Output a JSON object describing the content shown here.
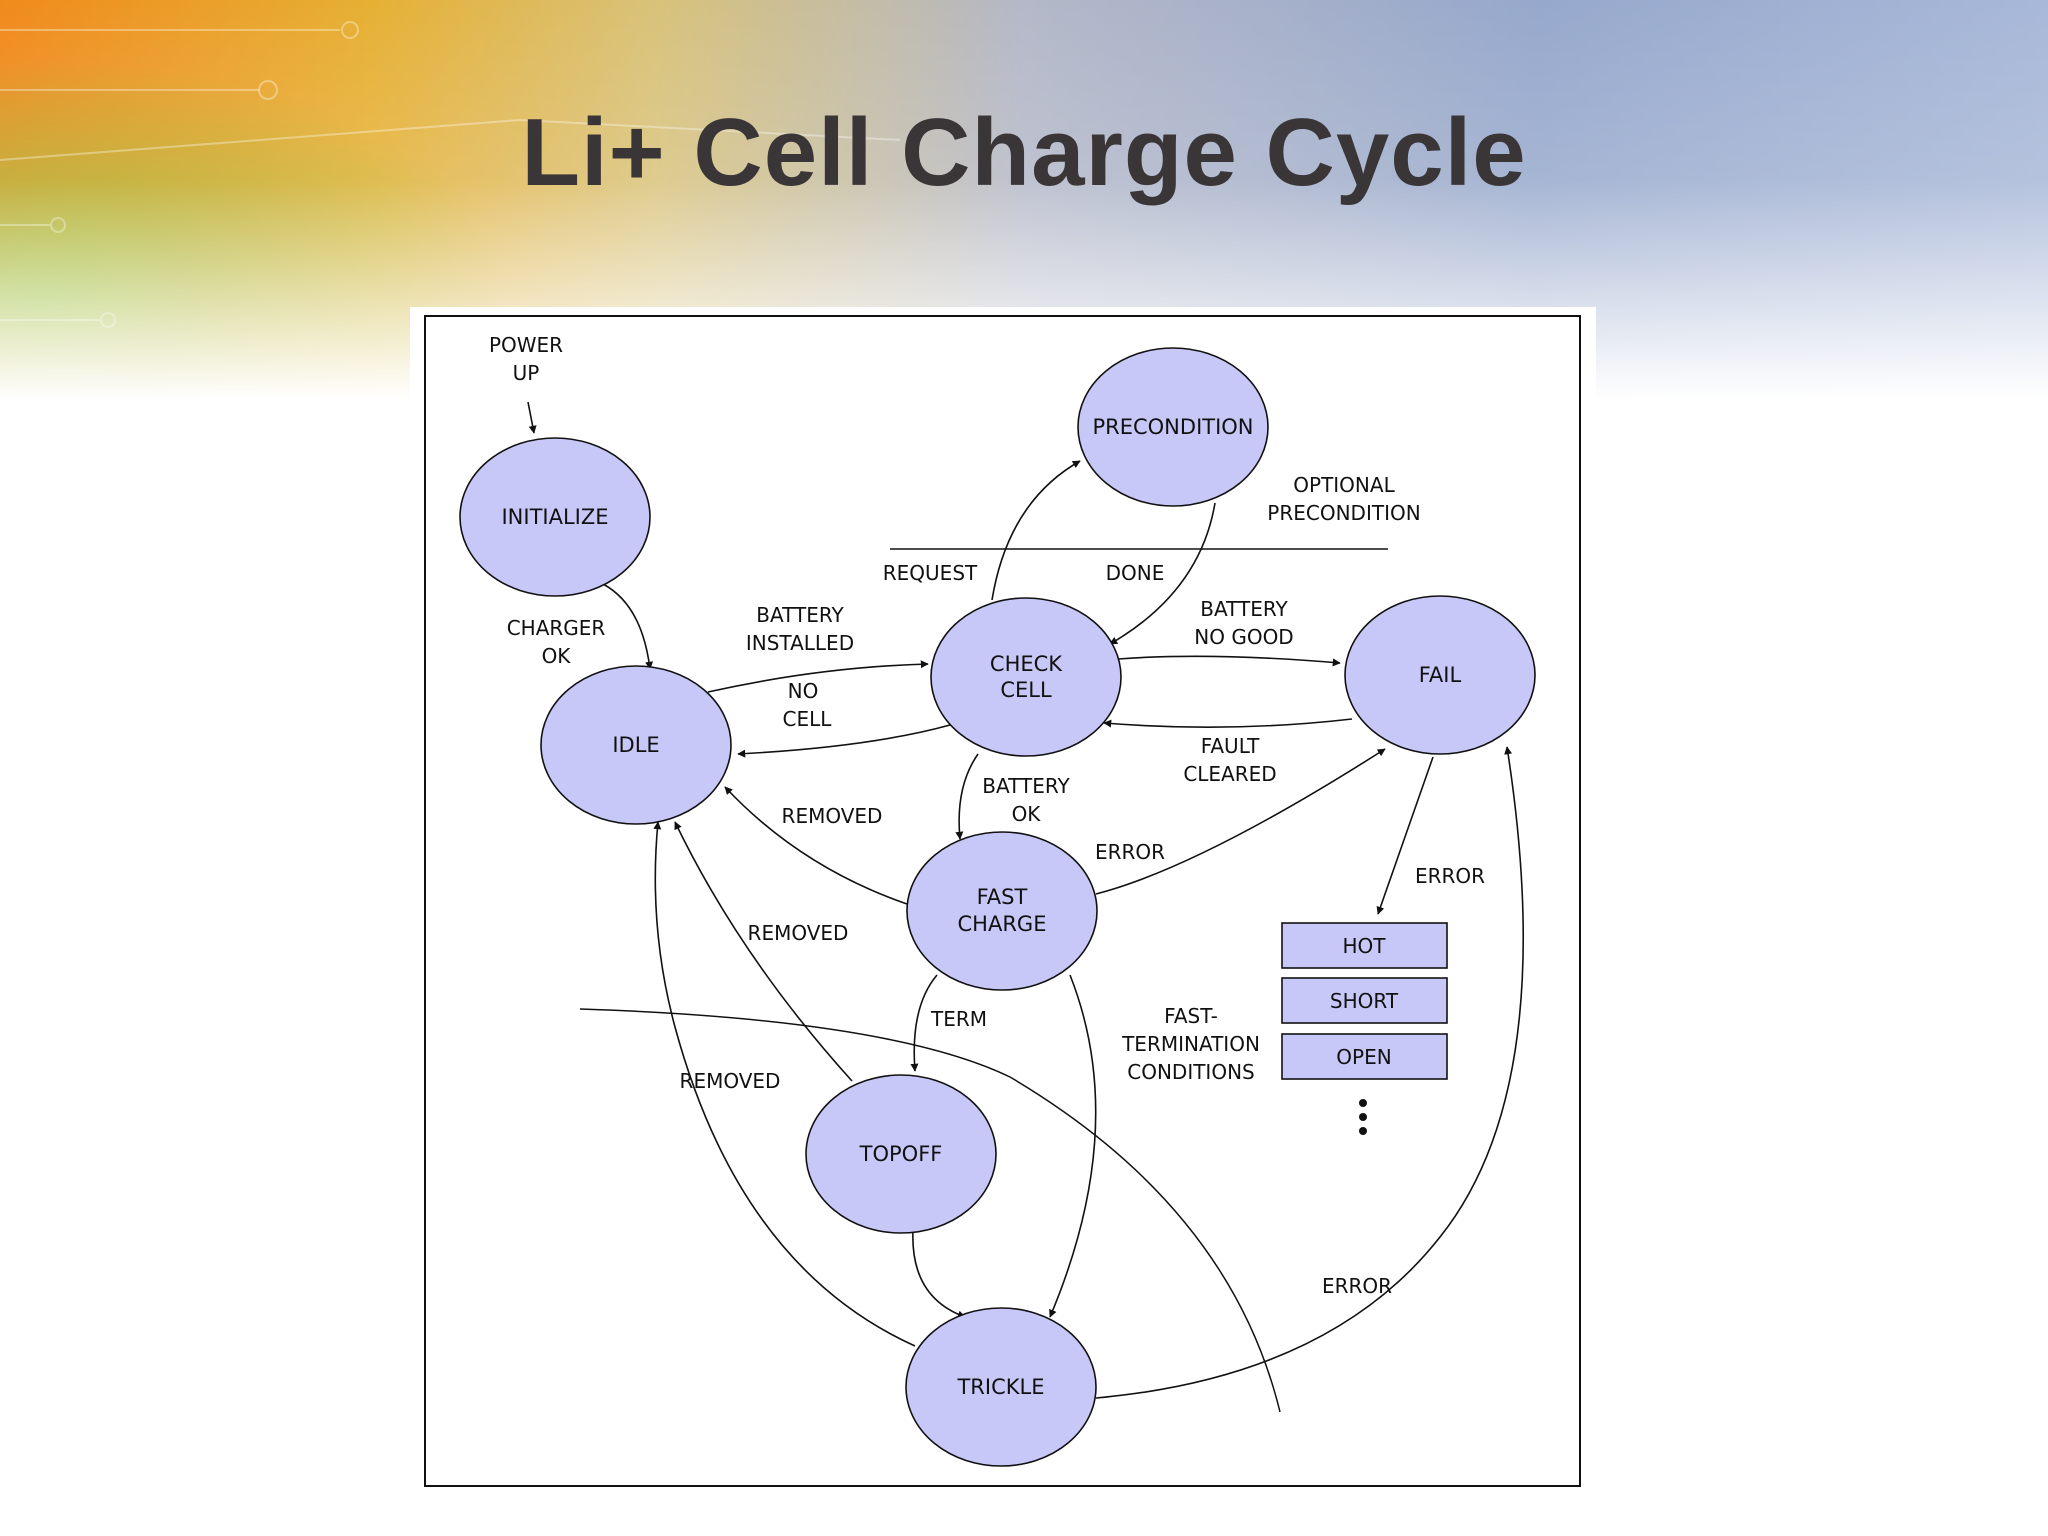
{
  "slide": {
    "title": "Li+ Cell Charge Cycle"
  },
  "colors": {
    "node_fill": "#c8c8f8",
    "box_fill": "#c8c8f8",
    "stroke": "#111111",
    "title": "#3a3638"
  },
  "diagram": {
    "states": {
      "precondition": "PRECONDITION",
      "initialize": "INITIALIZE",
      "idle": "IDLE",
      "check_cell": [
        "CHECK",
        "CELL"
      ],
      "fail": "FAIL",
      "fast_charge": [
        "FAST",
        "CHARGE"
      ],
      "topoff": "TOPOFF",
      "trickle": "TRICKLE"
    },
    "edge_labels": {
      "power_up": [
        "POWER",
        "UP"
      ],
      "optional_precondition": [
        "OPTIONAL",
        "PRECONDITION"
      ],
      "request": "REQUEST",
      "done": "DONE",
      "charger_ok": [
        "CHARGER",
        "OK"
      ],
      "battery_installed": [
        "BATTERY",
        "INSTALLED"
      ],
      "battery_no_good": [
        "BATTERY",
        "NO GOOD"
      ],
      "no_cell": [
        "NO",
        "CELL"
      ],
      "fault_cleared": [
        "FAULT",
        "CLEARED"
      ],
      "battery_ok": [
        "BATTERY",
        "OK"
      ],
      "removed_fast": "REMOVED",
      "error_fast": "ERROR",
      "error_fail": "ERROR",
      "removed_topoff": "REMOVED",
      "term": "TERM",
      "fast_termination": [
        "FAST-",
        "TERMINATION",
        "CONDITIONS"
      ],
      "removed_trickle": "REMOVED",
      "error_trickle": "ERROR"
    },
    "error_types": [
      "HOT",
      "SHORT",
      "OPEN"
    ]
  }
}
